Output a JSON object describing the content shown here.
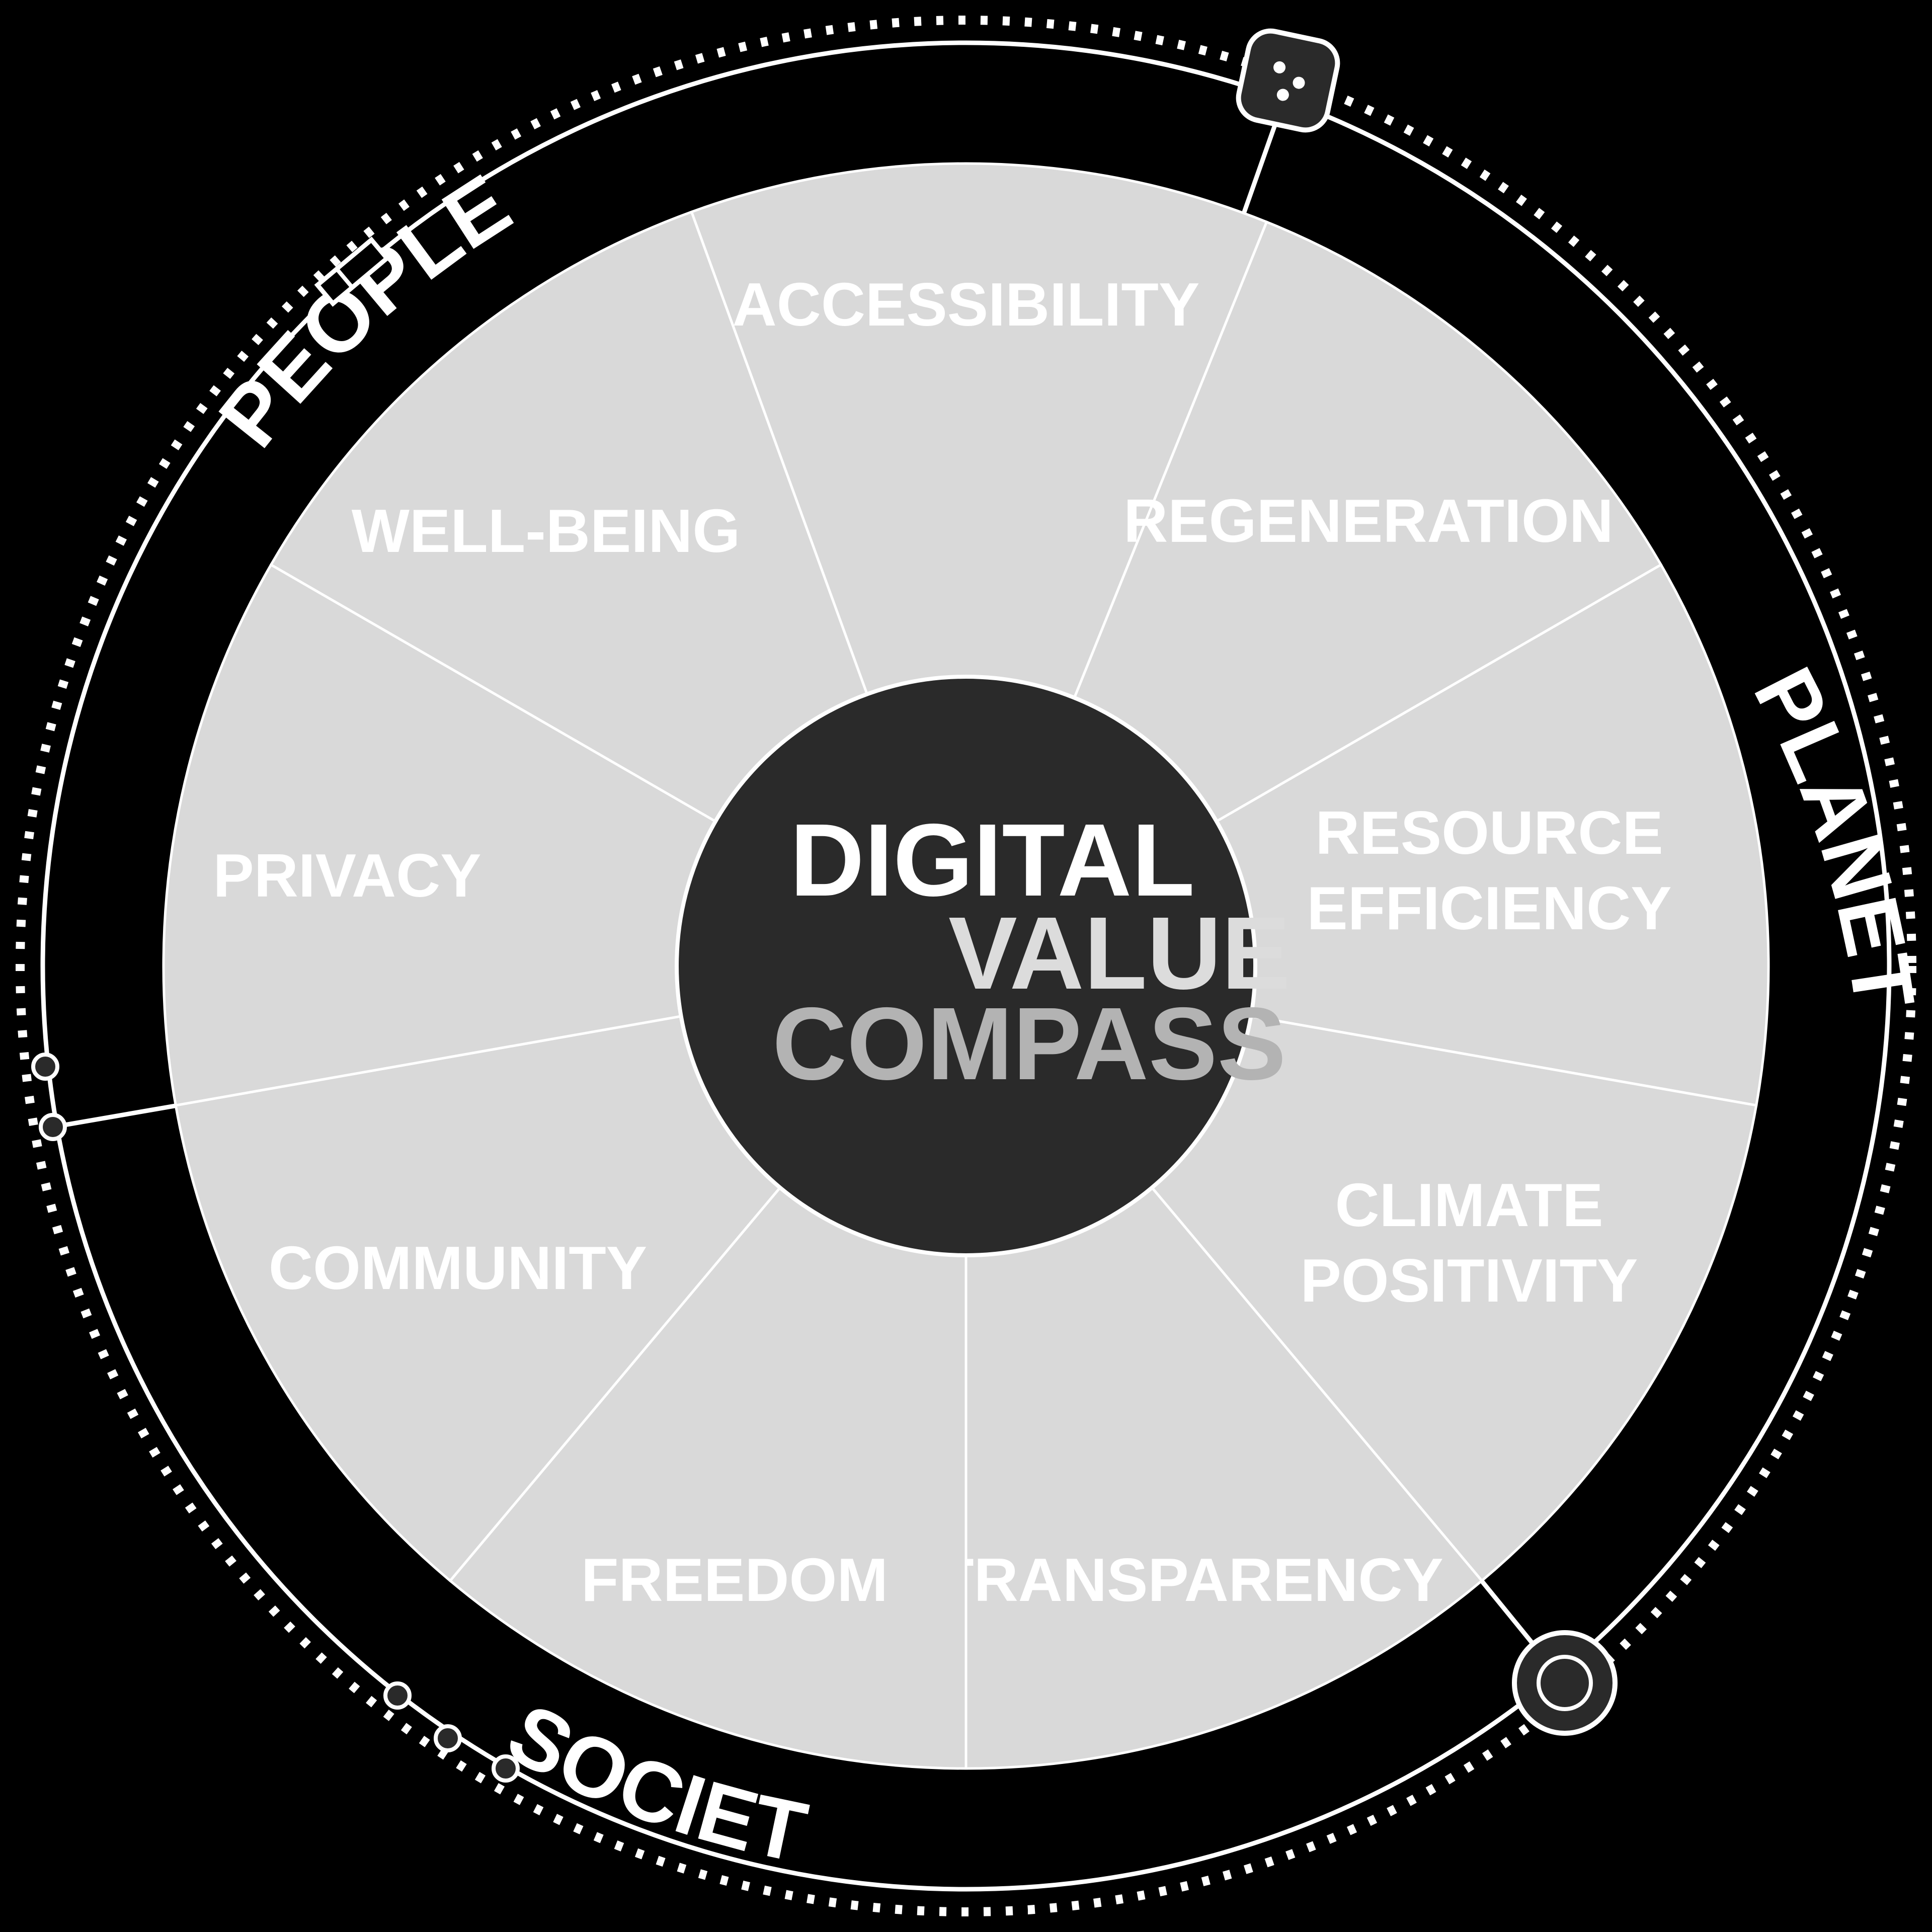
{
  "center": {
    "line1": "DIGITAL",
    "line2": "VALUE",
    "line3": "COMPASS"
  },
  "segments": [
    {
      "id": "accessibility",
      "lines": [
        "ACCESSIBILITY"
      ]
    },
    {
      "id": "regeneration",
      "lines": [
        "REGENERATION"
      ]
    },
    {
      "id": "resource-efficiency",
      "lines": [
        "RESOURCE",
        "EFFICIENCY"
      ]
    },
    {
      "id": "climate-positivity",
      "lines": [
        "CLIMATE",
        "POSITIVITY"
      ]
    },
    {
      "id": "transparency",
      "lines": [
        "TRANSPARENCY"
      ]
    },
    {
      "id": "freedom",
      "lines": [
        "FREEDOM"
      ]
    },
    {
      "id": "community",
      "lines": [
        "COMMUNITY"
      ]
    },
    {
      "id": "privacy",
      "lines": [
        "PRIVACY"
      ]
    },
    {
      "id": "well-being",
      "lines": [
        "WELL-BEING"
      ]
    }
  ],
  "groups": {
    "people": "PEOPLE",
    "planet": "PLANET",
    "society": "SOCIETY"
  },
  "colors": {
    "background": "#000000",
    "segment_fill": "#d9d9d9",
    "segment_text": "#ffffff",
    "center_fill": "#2a2a2a",
    "center_line1": "#ffffff",
    "center_line2": "#dcdcdc",
    "center_line3": "#b3b3b3",
    "ring": "#ffffff"
  },
  "icons": [
    "dice-icon",
    "usb-stick-icon",
    "record-button-icon",
    "node-dot-icon"
  ]
}
